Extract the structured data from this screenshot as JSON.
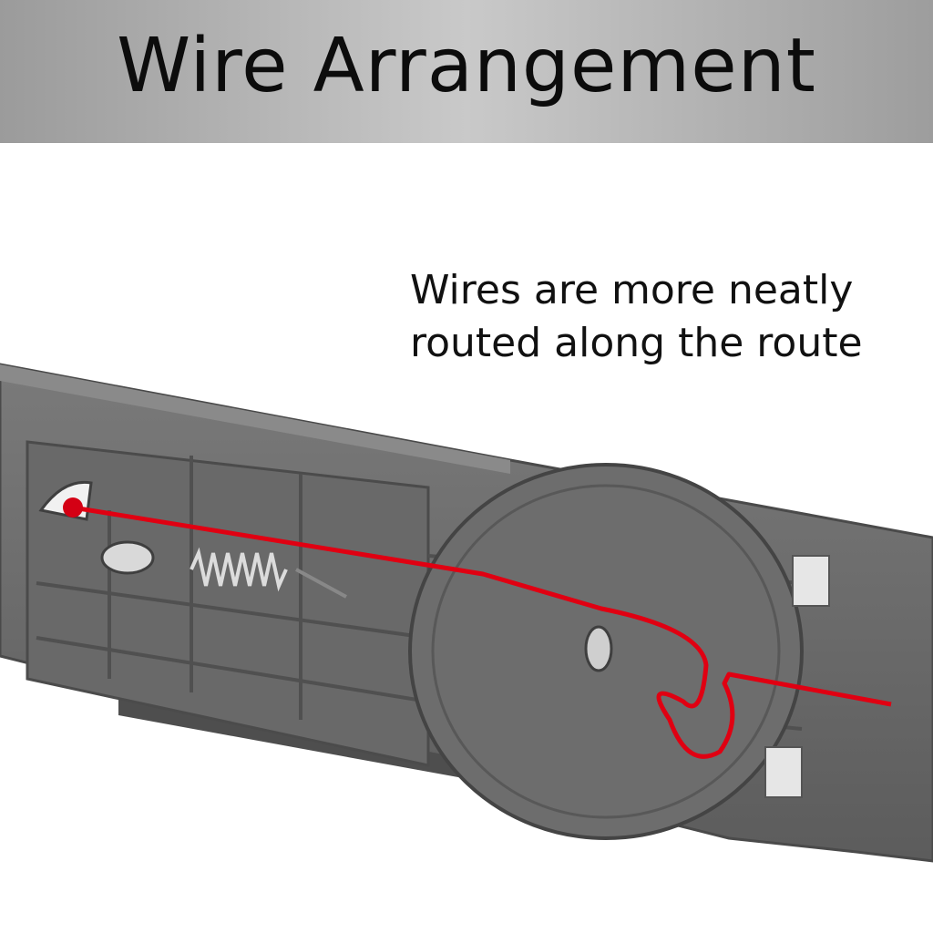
{
  "header": {
    "title": "Wire Arrangement"
  },
  "caption": {
    "line1": "Wires are more neatly",
    "line2": "routed along the route"
  },
  "colors": {
    "banner_gradient_edge": "#9b9b9b",
    "banner_gradient_center": "#c9c9c9",
    "part_plastic": "#6e6e6e",
    "wire_route": "#e00012"
  }
}
